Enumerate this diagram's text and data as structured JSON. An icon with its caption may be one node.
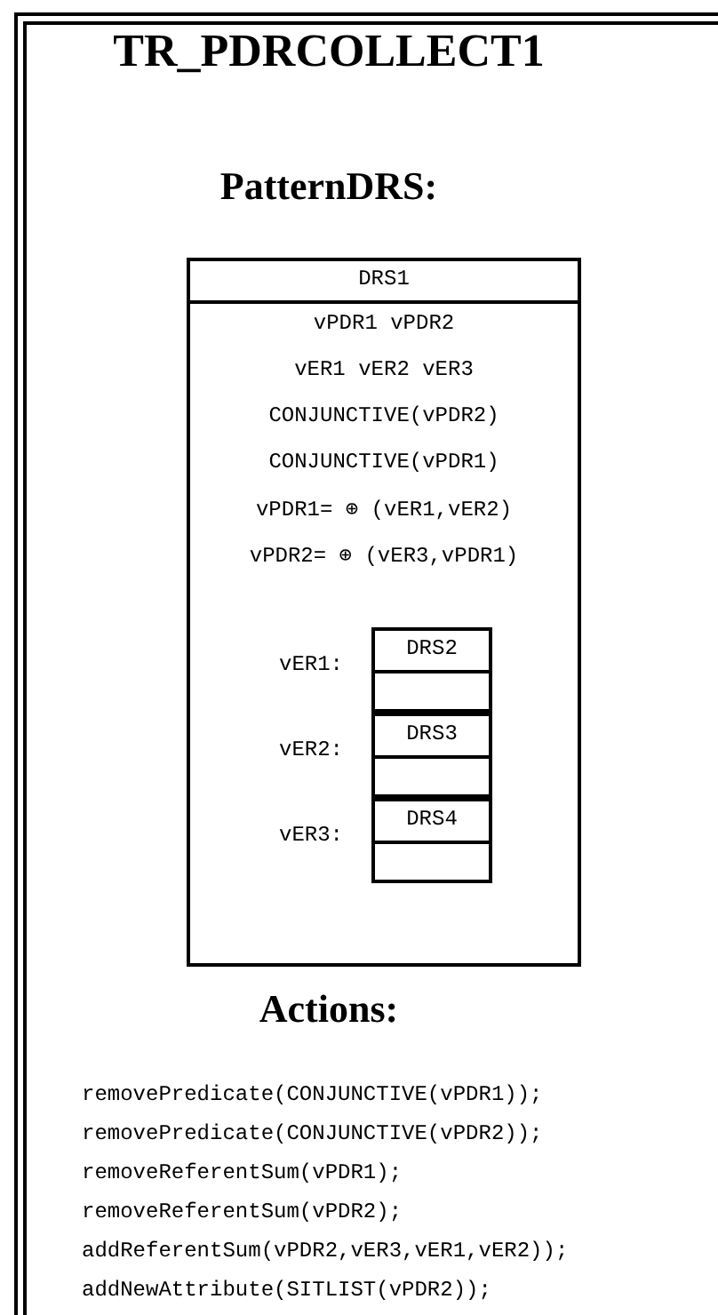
{
  "diagram": {
    "title": "TR_PDRCOLLECT1",
    "nodes": [
      {
        "text": [
          "DRS1",
          "vPDR1 vPDR2",
          "vER1 vER2 vER3",
          "CONJUNCTIVE(vPDR2)",
          "CONJUNCTIVE(vPDR1)",
          "vPDR1= ⊕ (vER1,vER2)",
          "vPDR2= ⊕ (vER3,vPDR1)"
        ]
      },
      {
        "text": [
          "DRS2"
        ],
        "in": 0,
        "beside": [
          "vER1:"
        ]
      },
      {
        "text": [
          "DRS3"
        ],
        "in": 0,
        "beside": [
          "vER2:"
        ]
      },
      {
        "text": [
          "DRS4"
        ],
        "in": 0,
        "beside": [
          "vER3:"
        ]
      }
    ],
    "labels": [
      "PatternDRS:",
      "Actions:",
      "removePredicate(CONJUNCTIVE(vPDR1));",
      "removePredicate(CONJUNCTIVE(vPDR2));",
      "removeReferentSum(vPDR1);",
      "removeReferentSum(vPDR2);",
      "addReferentSum(vPDR2,vER3,vER1,vER2));",
      "addNewAttribute(SITLIST(vPDR2));"
    ]
  }
}
